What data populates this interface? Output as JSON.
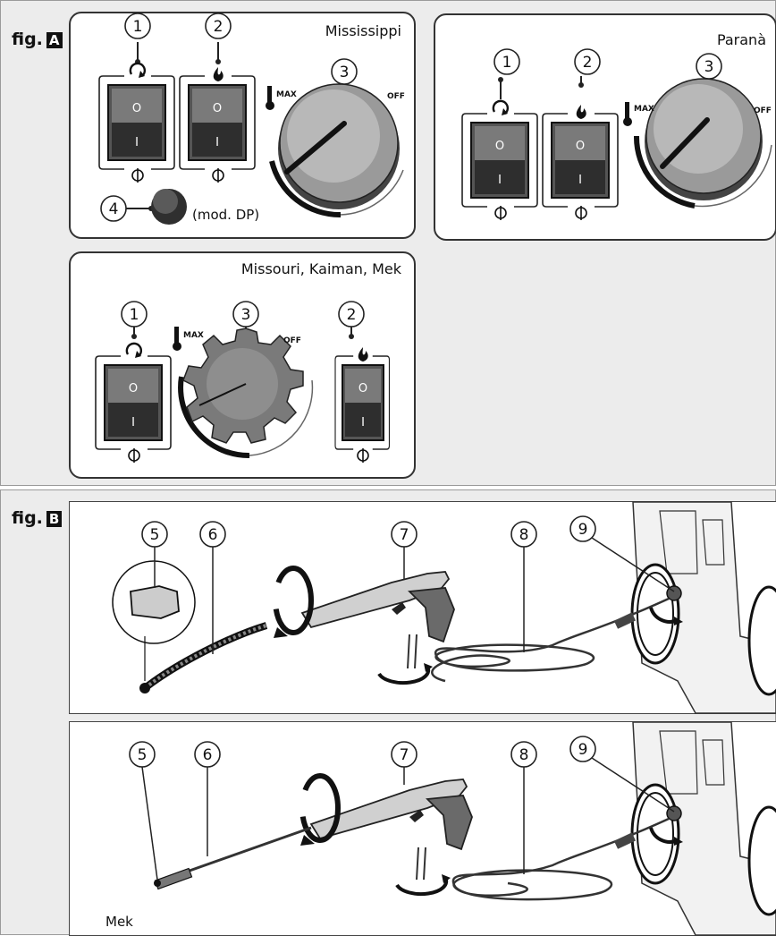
{
  "figA": {
    "label": "fig.",
    "letter": "A",
    "panels": {
      "mississippi": {
        "title": "Mississippi",
        "mod_label": "(mod. DP)"
      },
      "parana": {
        "title": "Paranà"
      },
      "missouri": {
        "title": "Missouri, Kaiman, Mek"
      }
    },
    "dial": {
      "max_label": "MAX",
      "off_label": "OFF"
    },
    "switch": {
      "off_symbol": "O",
      "on_symbol": "I"
    }
  },
  "figB": {
    "label": "fig.",
    "letter": "B",
    "variant_label": "Mek"
  },
  "callouts": [
    "1",
    "2",
    "3",
    "4",
    "5",
    "6",
    "7",
    "8",
    "9"
  ],
  "icons": [
    "rotate-arrow-icon",
    "flame-icon",
    "thermometer-icon",
    "power-standby-icon"
  ]
}
